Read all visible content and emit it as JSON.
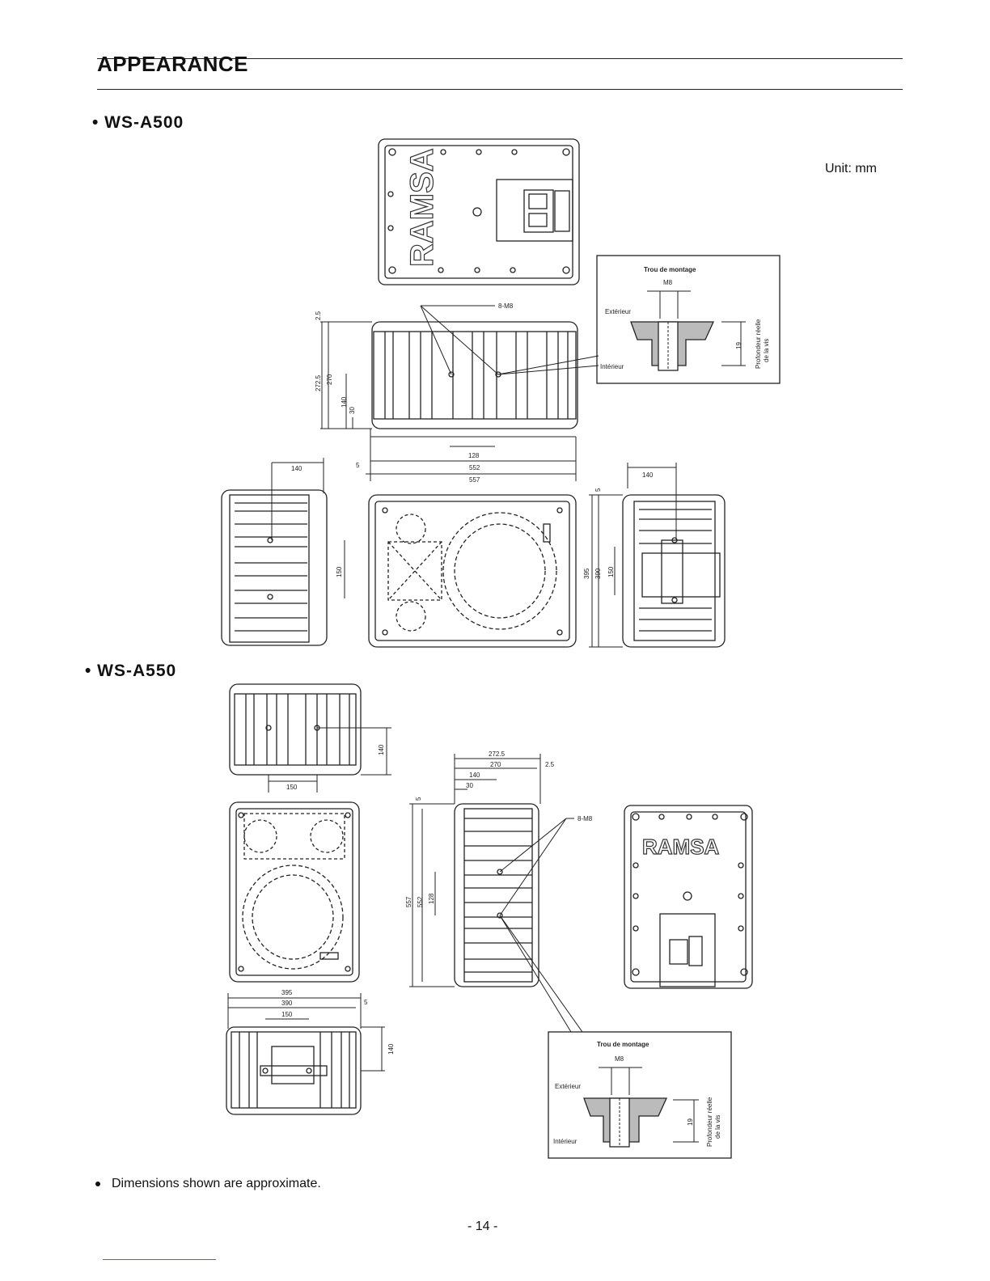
{
  "page": {
    "section_title": "APPEARANCE",
    "unit_label": "Unit: mm",
    "footnote": "Dimensions shown are approximate.",
    "page_number": "- 14 -"
  },
  "models": [
    {
      "name": "• WS-A500",
      "brand_logo": "RAMSA",
      "dimensions": {
        "side_depth": [
          "272.5",
          "270",
          "2.5",
          "140",
          "30"
        ],
        "side_width": [
          "128",
          "552",
          "557",
          "5"
        ],
        "left_view": "140",
        "left_view_height": "150",
        "front_height": [
          "395",
          "390",
          "150",
          "5"
        ],
        "right_view": "140",
        "mount_label": "8-M8"
      }
    },
    {
      "name": "• WS-A550",
      "brand_logo": "RAMSA",
      "dimensions": {
        "top_view": [
          "140",
          "150"
        ],
        "side_depth": [
          "272.5",
          "270",
          "2.5",
          "140",
          "30"
        ],
        "side_height": [
          "557",
          "552",
          "128",
          "5"
        ],
        "bottom_view": [
          "395",
          "390",
          "150",
          "5",
          "140"
        ],
        "mount_label": "8-M8"
      }
    }
  ],
  "mount_detail": {
    "title": "Trou de montage",
    "bolt": "M8",
    "outside": "Extérieur",
    "inside": "Intérieur",
    "depth": "19",
    "depth_label_1": "Profondeur réelle",
    "depth_label_2": "de la vis"
  }
}
